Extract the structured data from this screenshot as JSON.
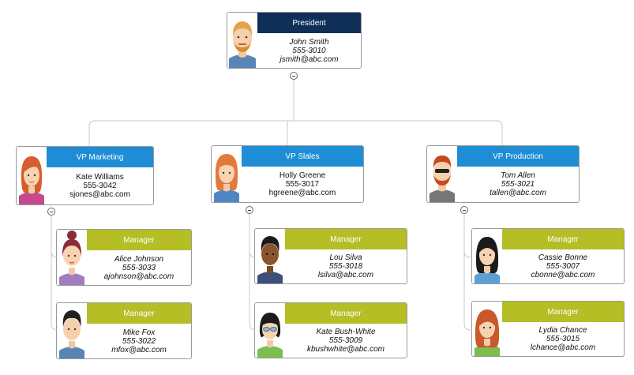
{
  "colors": {
    "president": "#0f2f59",
    "vp": "#1e8dd6",
    "manager": "#b5be25",
    "connector": "#c8c8c8"
  },
  "president": {
    "title": "President",
    "name": "John Smith",
    "phone": "555-3010",
    "email": "jsmith@abc.com",
    "avatar": "man-beard-icon"
  },
  "vps": [
    {
      "title": "VP Marketing",
      "name": "Kate Williams",
      "phone": "555-3042",
      "email": "sjones@abc.com",
      "avatar": "woman-red-hair-icon",
      "managers": [
        {
          "title": "Manager",
          "name": "Alice Johnson",
          "phone": "555-3033",
          "email": "ajohnson@abc.com",
          "avatar": "woman-bun-icon"
        },
        {
          "title": "Manager",
          "name": "Mike Fox",
          "phone": "555-3022",
          "email": "mfox@abc.com",
          "avatar": "man-dark-hair-icon"
        }
      ]
    },
    {
      "title": "VP Slales",
      "name": "Holly Greene",
      "phone": "555-3017",
      "email": "hgreene@abc.com",
      "avatar": "woman-orange-hair-icon",
      "managers": [
        {
          "title": "Manager",
          "name": "Lou Silva",
          "phone": "555-3018",
          "email": "lsilva@abc.com",
          "avatar": "man-dark-skin-icon"
        },
        {
          "title": "Manager",
          "name": "Kate Bush-White",
          "phone": "555-3009",
          "email": "kbushwhite@abc.com",
          "avatar": "woman-glasses-icon"
        }
      ]
    },
    {
      "title": "VP Production",
      "name": "Tom Allen",
      "phone": "555-3021",
      "email": "tallen@abc.com",
      "avatar": "man-sunglasses-icon",
      "managers": [
        {
          "title": "Manager",
          "name": "Cassie Bonne",
          "phone": "555-3007",
          "email": "cbonne@abc.com",
          "avatar": "woman-black-hair-icon"
        },
        {
          "title": "Manager",
          "name": "Lydia Chance",
          "phone": "555-3015",
          "email": "lchance@abc.com",
          "avatar": "woman-auburn-hair-icon"
        }
      ]
    }
  ]
}
